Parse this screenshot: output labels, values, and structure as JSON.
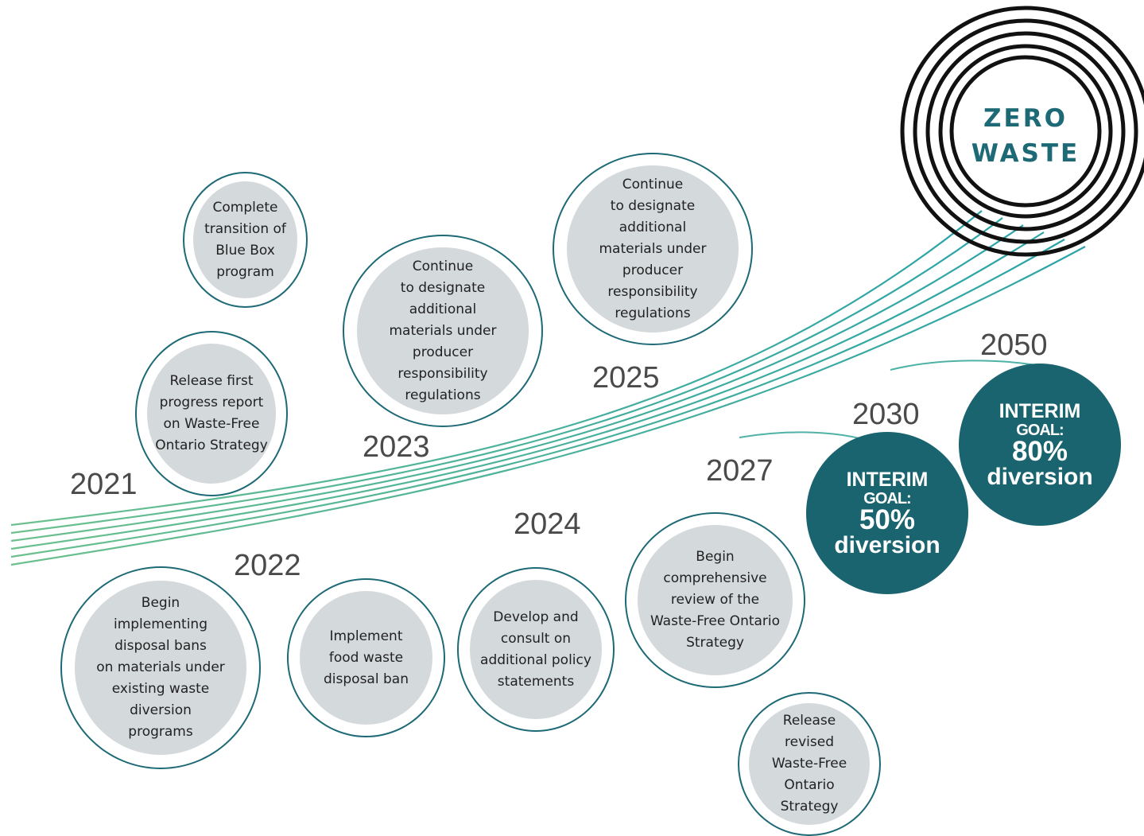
{
  "zero_waste": {
    "line1": "ZERO",
    "line2": "WASTE"
  },
  "years": [
    "2021",
    "2022",
    "2023",
    "2024",
    "2025",
    "2027",
    "2030",
    "2050"
  ],
  "milestones": [
    [
      "Complete",
      "transition of",
      "Blue Box",
      "program"
    ],
    [
      "Release first",
      "progress report",
      "on Waste-Free",
      "Ontario Strategy"
    ],
    [
      "Continue",
      "to designate",
      "additional",
      "materials under",
      "producer",
      "responsibility",
      "regulations"
    ],
    [
      "Continue",
      "to designate",
      "additional",
      "materials under",
      "producer",
      "responsibility",
      "regulations"
    ],
    [
      "Begin",
      "implementing",
      "disposal bans",
      "on materials under",
      "existing waste",
      "diversion",
      "programs"
    ],
    [
      "Implement",
      "food waste",
      "disposal ban"
    ],
    [
      "Develop and",
      "consult on",
      "additional policy",
      "statements"
    ],
    [
      "Begin",
      "comprehensive",
      "review of the",
      "Waste-Free Ontario",
      "Strategy"
    ],
    [
      "Release",
      "revised",
      "Waste-Free",
      "Ontario",
      "Strategy"
    ]
  ],
  "goals": [
    {
      "line1": "INTERIM",
      "line2": "GOAL:",
      "line3": "50%",
      "line4": "diversion"
    },
    {
      "line1": "INTERIM",
      "line2": "GOAL:",
      "line3": "80%",
      "line4": "diversion"
    }
  ],
  "colors": {
    "teal": "#1d6a76",
    "goal_fill": "#1a6470",
    "bubble_fill": "#d4d9dc",
    "wave_start": "#6cc08e",
    "wave_end": "#2aa3a8"
  }
}
